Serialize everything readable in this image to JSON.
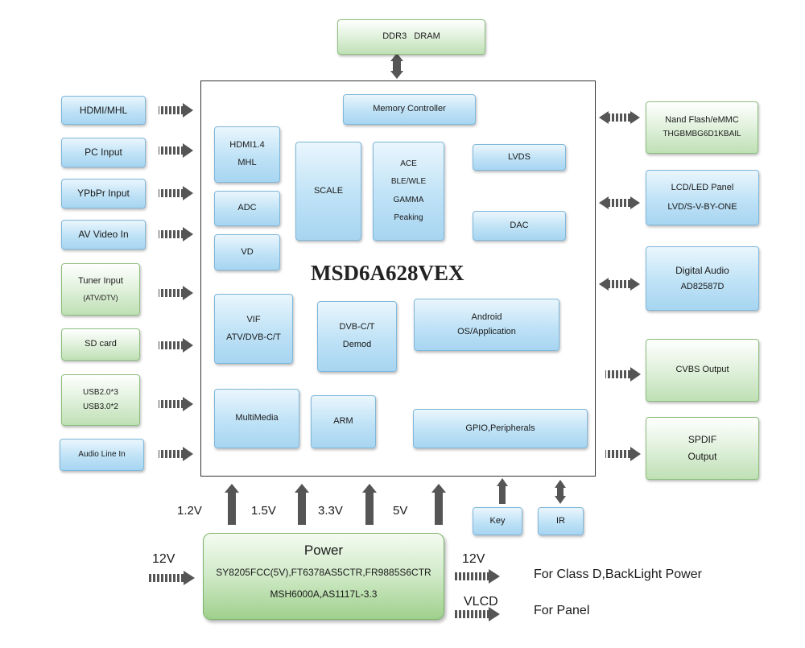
{
  "chip": {
    "title": "MSD6A628VEX"
  },
  "memory": {
    "dram": "DDR3   DRAM"
  },
  "inputs": [
    "HDMI/MHL",
    "PC Input",
    "YPbPr Input",
    "AV Video In",
    "Tuner Input",
    "(ATV/DTV)",
    "SD card",
    "USB2.0*3",
    "USB3.0*2",
    "Audio Line In"
  ],
  "internal": {
    "memory_controller": "Memory Controller",
    "hdmi_a": "HDMI1.4",
    "hdmi_b": "MHL",
    "adc": "ADC",
    "vd": "VD",
    "scale": "SCALE",
    "ace": "ACE",
    "ble": "BLE/WLE",
    "gamma": "GAMMA",
    "peaking": "Peaking",
    "lvds": "LVDS",
    "dac": "DAC",
    "vif_a": "VIF",
    "vif_b": "ATV/DVB-C/T",
    "dvbc_a": "DVB-C/T",
    "dvbc_b": "Demod",
    "android_a": "Android",
    "android_b": "OS/Application",
    "multimedia": "MultiMedia",
    "arm": "ARM",
    "gpio": "GPIO,Peripherals"
  },
  "outputs": {
    "nand_a": "Nand Flash/eMMC",
    "nand_b": "THGBMBG6D1KBAIL",
    "lcd_a": "LCD/LED Panel",
    "lcd_b": "LVD/S-V-BY-ONE",
    "audio_a": "Digital Audio",
    "audio_b": "AD82587D",
    "cvbs": "CVBS Output",
    "spdif_a": "SPDIF",
    "spdif_b": "Output"
  },
  "voltages": [
    "1.2V",
    "1.5V",
    "3.3V",
    "5V"
  ],
  "peripherals": {
    "key": "Key",
    "ir": "IR"
  },
  "power": {
    "title": "Power",
    "line1": "SY8205FCC(5V),FT6378AS5CTR,FR9885S6CTR",
    "line2": "MSH6000A,AS1117L-3.3",
    "in": "12V",
    "out1": "12V",
    "out1_desc": "For Class D,BackLight Power",
    "out2": "VLCD",
    "out2_desc": "For Panel"
  }
}
